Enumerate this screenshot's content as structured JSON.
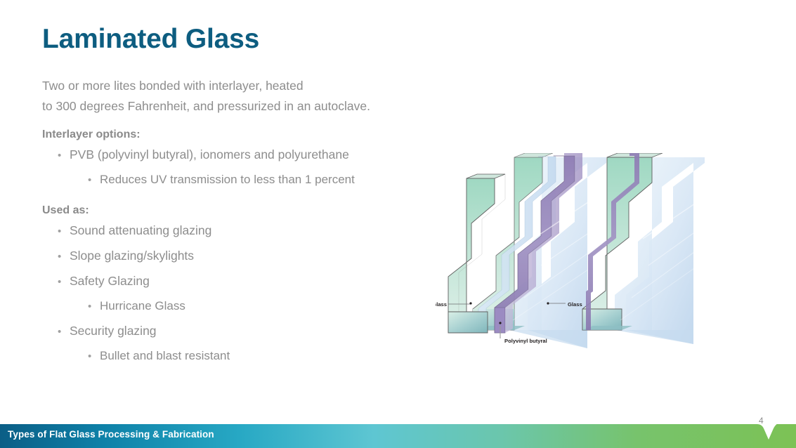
{
  "slide": {
    "title": "Laminated Glass",
    "intro": [
      "Two or more lites bonded with interlayer, heated",
      "to 300 degrees Fahrenheit, and pressurized in an autoclave."
    ],
    "sections": [
      {
        "heading": "Interlayer options:",
        "bullets": [
          {
            "level": 1,
            "marker": "•",
            "text": "PVB (polyvinyl butyral), ionomers and polyurethane"
          },
          {
            "level": 2,
            "marker": "•",
            "text": "Reduces UV transmission to less than 1 percent"
          }
        ]
      },
      {
        "heading": "Used as:",
        "bullets": [
          {
            "level": 1,
            "marker": "•",
            "text": "Sound attenuating glazing"
          },
          {
            "level": 1,
            "marker": "•",
            "text": "Slope glazing/skylights"
          },
          {
            "level": 1,
            "marker": "•",
            "text": "Safety Glazing"
          },
          {
            "level": 2,
            "marker": "•",
            "text": "Hurricane Glass"
          },
          {
            "level": 1,
            "marker": "•",
            "text": "Security glazing"
          },
          {
            "level": 2,
            "marker": "•",
            "text": "Bullet and blast resistant"
          }
        ]
      }
    ]
  },
  "illustration": {
    "name": "laminated-glass-assembly-diagram",
    "labels": {
      "glass_left": "Glass",
      "glass_right": "Glass",
      "interlayer": "Polyvinyl butyral"
    }
  },
  "footer": {
    "title": "Types of Flat Glass Processing & Fabrication",
    "page_number": "4"
  },
  "colors": {
    "title": "#0d5d80",
    "body_text": "#8d8d8d",
    "footer_start": "#0b5e86",
    "footer_mid": "#5ec6d2",
    "footer_end": "#7cc255",
    "glass_green": "#a9dcc6",
    "glass_blue": "#bcd8ee",
    "interlayer_purple": "#8f7fb5"
  }
}
